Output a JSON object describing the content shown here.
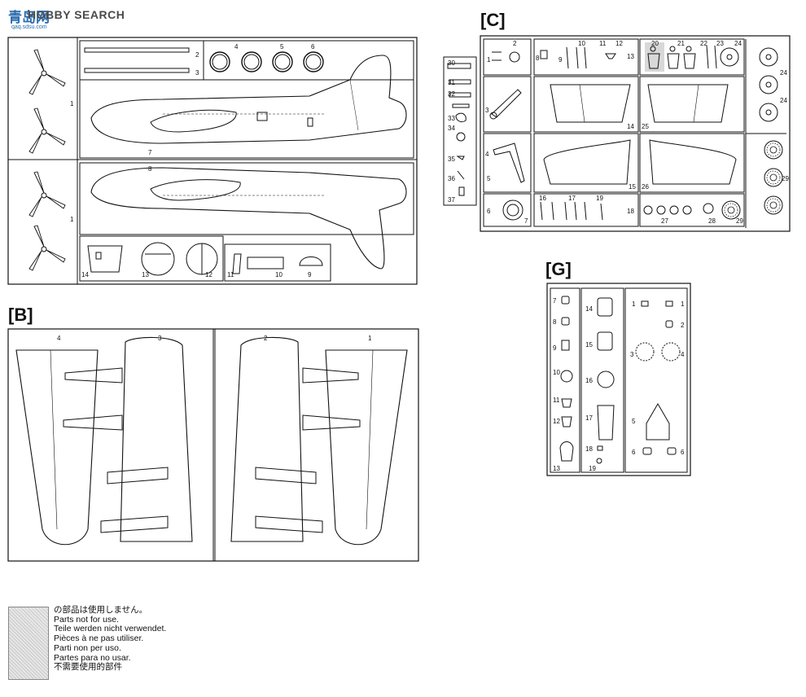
{
  "watermark": {
    "brand": "HOBBY SEARCH",
    "cn": "青岛网",
    "sub": "qaq.sdsu.com"
  },
  "sheets": {
    "B": "[B]",
    "C": "[C]",
    "G": "[G]"
  },
  "legend": {
    "lines": [
      "の部品は使用しません。",
      "Parts not for use.",
      "Teile werden nicht verwendet.",
      "Pièces à ne pas utiliser.",
      "Parti non per uso.",
      "Partes para no usar.",
      "不需要使用的部件"
    ]
  },
  "partsA": [
    "1",
    "2",
    "3",
    "4",
    "5",
    "6",
    "7",
    "8",
    "1",
    "14",
    "13",
    "12",
    "11",
    "10",
    "9"
  ],
  "partsB": [
    "4",
    "3",
    "2",
    "1"
  ],
  "partsC": [
    "2",
    "1",
    "8",
    "9",
    "10",
    "11",
    "12",
    "13",
    "20",
    "21",
    "22",
    "23",
    "24",
    "24",
    "24",
    "30",
    "31",
    "32",
    "33",
    "34",
    "35",
    "36",
    "37",
    "3",
    "14",
    "25",
    "4",
    "5",
    "15",
    "26",
    "29",
    "6",
    "7",
    "16",
    "17",
    "19",
    "18",
    "27",
    "28",
    "29"
  ],
  "partsG": [
    "7",
    "8",
    "9",
    "10",
    "11",
    "12",
    "13",
    "14",
    "15",
    "16",
    "17",
    "18",
    "19",
    "1",
    "1",
    "2",
    "3",
    "4",
    "5",
    "6",
    "6"
  ]
}
